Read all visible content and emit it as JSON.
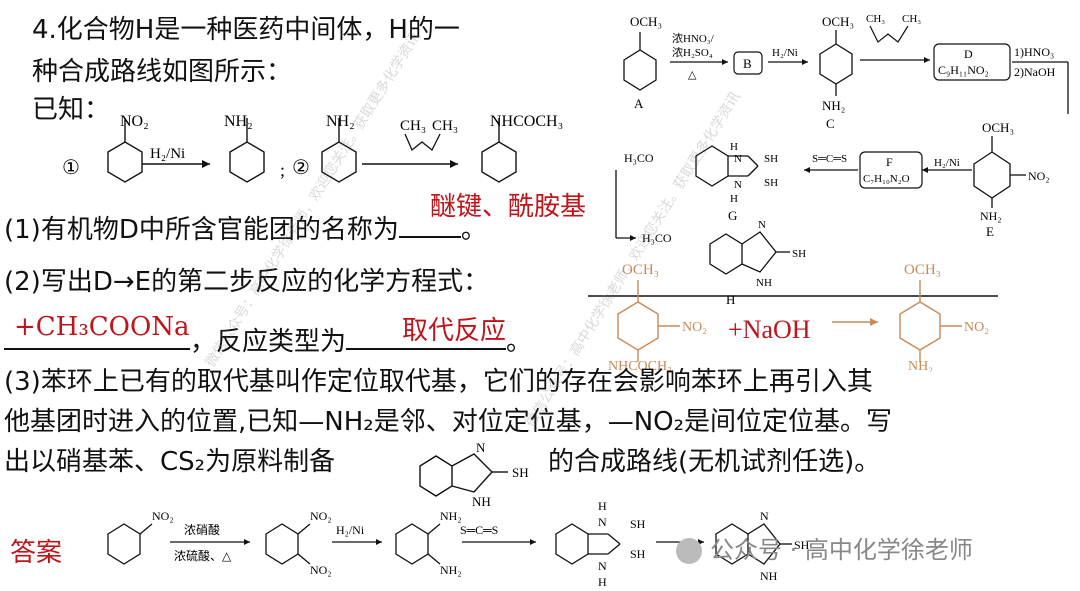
{
  "question": {
    "line1": "4.化合物H是一种医药中间体，H的一",
    "line2": "种合成路线如图所示：",
    "known": "已知：",
    "known_marker_1": "①",
    "known_marker_2": "②",
    "known_sep": ";",
    "dot": "。",
    "q1": "(1)有机物D中所含官能团的名称为",
    "q1_end": "。",
    "q2": "(2)写出D→E的第二步反应的化学方程式：",
    "q2_comma": "，反应类型为",
    "q2_end": "。",
    "q3_line1": "(3)苯环上已有的取代基叫作定位取代基，它们的存在会影响苯环上再引入其",
    "q3_line2": "他基团时进入的位置,已知—NH₂是邻、对位定位基，—NO₂是间位定位基。写",
    "q3_line3a": "出以硝基苯、CS₂为原料制备",
    "q3_line3b": "的合成路线(无机试剂任选)。"
  },
  "answers": {
    "a1": "醚键、酰胺基",
    "a2_product": "+CH₃COONa",
    "a2_type": "取代反应",
    "equation_plus": "+NaOH",
    "label": "答案"
  },
  "chem": {
    "och3": "OCH₃",
    "no2": "NO₂",
    "nh2": "NH₂",
    "h2ni": "H₂/Ni",
    "nhcoch3": "NHCOCH₃",
    "nhcoch3_orange": "NHCOCH₃",
    "ch3": "CH₃",
    "hno3": "浓HNO₃/",
    "h2so4": "浓H₂SO₄",
    "delta": "△",
    "box_b": "B",
    "box_d": "D",
    "d_formula": "C₉H₁₁NO₂",
    "d_cond1": "1)HNO₃",
    "d_cond2": "2)NaOH",
    "box_f": "F",
    "f_formula": "C₇H₁₀N₂O",
    "h3co": "H₃CO",
    "sh": "SH",
    "nh": "NH",
    "n": "N",
    "h": "H",
    "s_c_s": "S═C═S",
    "label_a": "A",
    "label_c": "C",
    "label_e": "E",
    "label_g": "G",
    "label_h": "H",
    "conc_hno3": "浓硝酸",
    "conc_h2so4": "浓硫酸、△"
  },
  "footer": {
    "brand": "公众号 · 高中化学徐老师"
  },
  "watermark": "微信公众号：高中化学徐老师，欢迎您关注。获取更多化学资讯"
}
